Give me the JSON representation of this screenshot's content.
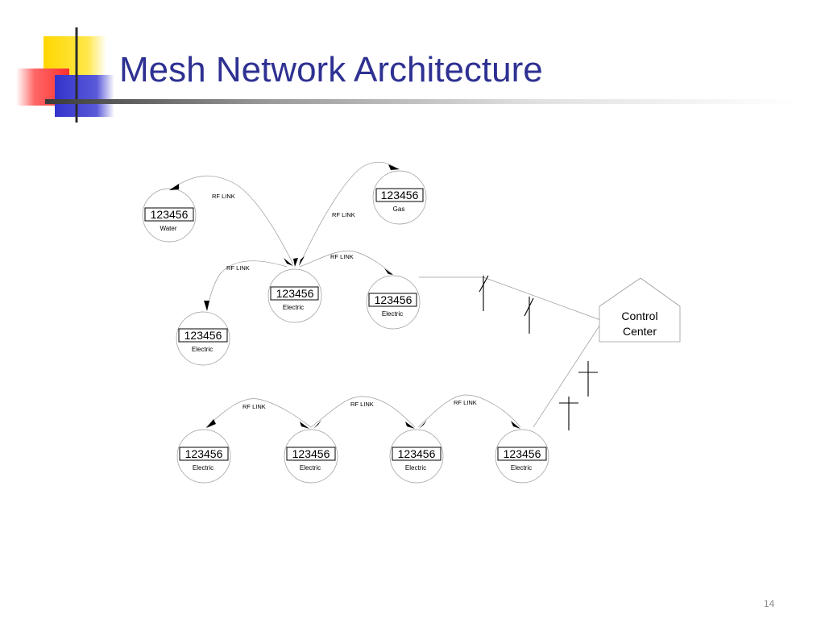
{
  "slide": {
    "title": "Mesh Network Architecture",
    "page_number": "14",
    "accent_colors": {
      "title": "#2E3192",
      "logo_yellow": "#FFD700",
      "logo_red": "#FF3B3B",
      "logo_blue": "#3333CC",
      "logo_rule": "#4D4D4D"
    }
  },
  "diagram": {
    "meters": [
      {
        "id": "m-water",
        "number": "123456",
        "type": "Water"
      },
      {
        "id": "m-gas",
        "number": "123456",
        "type": "Gas"
      },
      {
        "id": "m-hub",
        "number": "123456",
        "type": "Electric"
      },
      {
        "id": "m-e2",
        "number": "123456",
        "type": "Electric"
      },
      {
        "id": "m-e3",
        "number": "123456",
        "type": "Electric"
      },
      {
        "id": "m-b1",
        "number": "123456",
        "type": "Electric"
      },
      {
        "id": "m-b2",
        "number": "123456",
        "type": "Electric"
      },
      {
        "id": "m-b3",
        "number": "123456",
        "type": "Electric"
      },
      {
        "id": "m-b4",
        "number": "123456",
        "type": "Electric"
      }
    ],
    "rf_links": [
      {
        "from": "m-water",
        "to": "m-hub",
        "label": "RF LINK"
      },
      {
        "from": "m-gas",
        "to": "m-hub",
        "label": "RF LINK"
      },
      {
        "from": "m-hub",
        "to": "m-e3",
        "label": "RF LINK"
      },
      {
        "from": "m-hub",
        "to": "m-e2",
        "label": "RF LINK"
      },
      {
        "from": "m-b1",
        "to": "m-b2",
        "label": "RF LINK"
      },
      {
        "from": "m-b2",
        "to": "m-b3",
        "label": "RF LINK"
      },
      {
        "from": "m-b3",
        "to": "m-b4",
        "label": "RF LINK"
      }
    ],
    "control_center": {
      "line1": "Control",
      "line2": "Center"
    }
  }
}
